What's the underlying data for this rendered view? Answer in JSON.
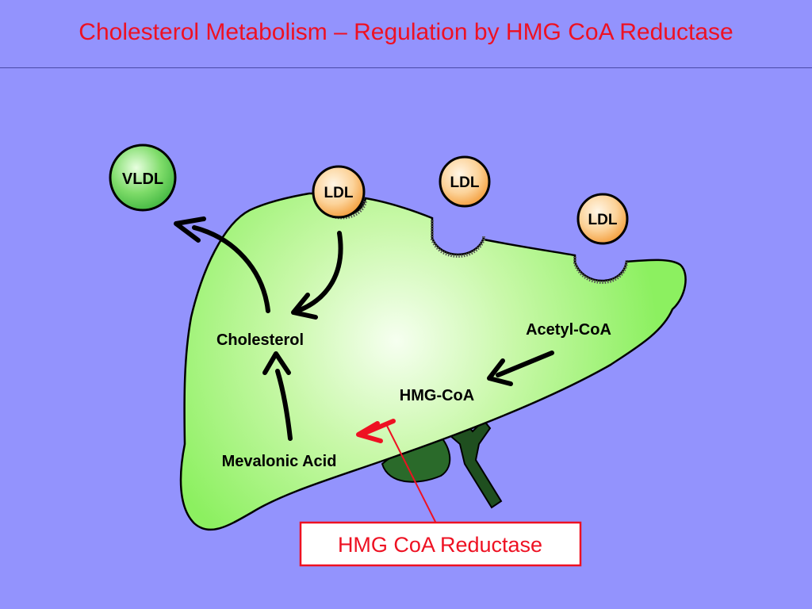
{
  "slide": {
    "title": "Cholesterol Metabolism – Regulation by HMG CoA Reductase"
  },
  "diagram": {
    "particles": {
      "vldl": "VLDL",
      "ldl_bound": "LDL",
      "ldl_middle": "LDL",
      "ldl_right": "LDL"
    },
    "metabolites": {
      "cholesterol": "Cholesterol",
      "acetyl_coa": "Acetyl-CoA",
      "hmg_coa": "HMG-CoA",
      "mevalonic_acid": "Mevalonic Acid"
    },
    "enzyme": {
      "label": "HMG CoA Reductase"
    },
    "colors": {
      "background": "#9393fd",
      "title": "#ee1122",
      "liver_light": "#f6fff0",
      "liver_green": "#8cf060",
      "vldl_green": "#3fb53f",
      "ldl_orange": "#f7a848",
      "enzyme_red": "#ee1122",
      "gallbladder": "#2a6a2a"
    }
  }
}
